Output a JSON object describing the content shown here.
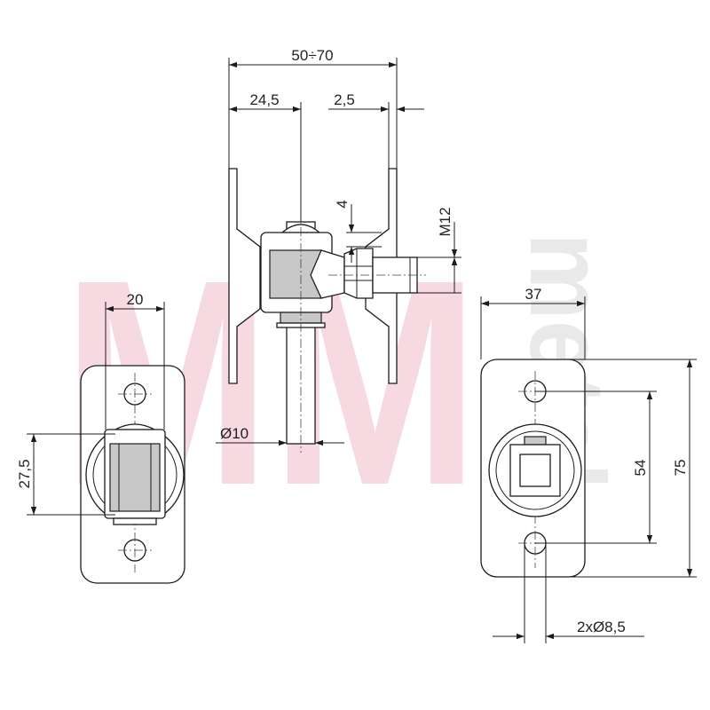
{
  "watermark": {
    "brand": "MM",
    "sub": "metal"
  },
  "dimensions": {
    "overall_width": "50÷70",
    "offset": "24,5",
    "plate_thickness": "2,5",
    "gap": "4",
    "thread": "M12",
    "pin_diameter": "Ø10",
    "hole_spacing_left": "20",
    "height_left": "27,5",
    "plate_width": "37",
    "hole_spacing": "54",
    "plate_height": "75",
    "holes": "2xØ8,5"
  }
}
